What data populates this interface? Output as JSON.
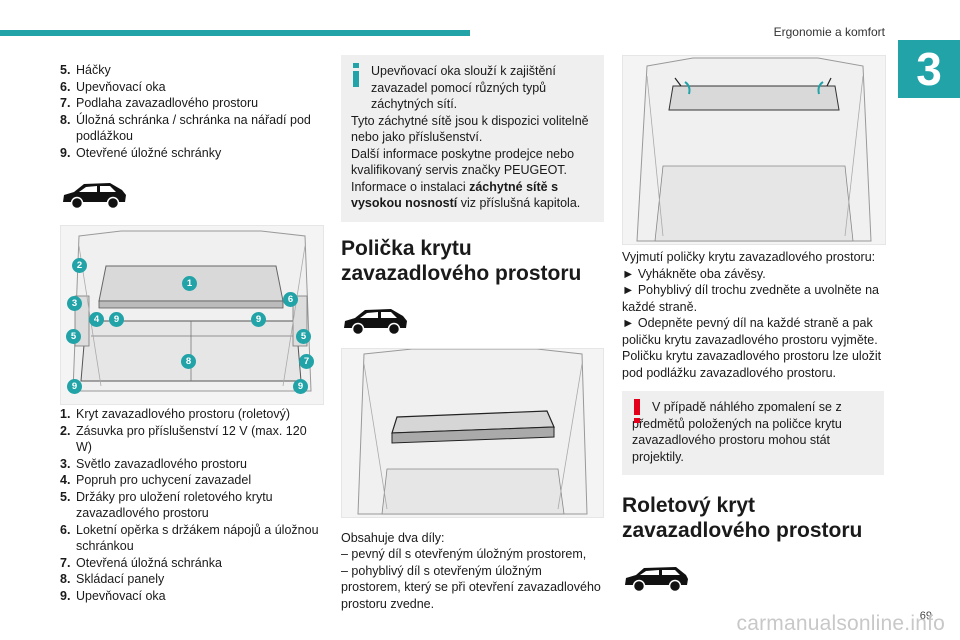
{
  "header": {
    "section": "Ergonomie a komfort",
    "chapter": "3"
  },
  "colors": {
    "accent": "#22a3a8",
    "warning": "#e2001a",
    "box": "#efefef"
  },
  "col1": {
    "list_a": [
      {
        "num": "5.",
        "text": "Háčky"
      },
      {
        "num": "6.",
        "text": "Upevňovací oka"
      },
      {
        "num": "7.",
        "text": "Podlaha zavazadlového prostoru"
      },
      {
        "num": "8.",
        "text": "Úložná schránka / schránka na nářadí pod podlážkou"
      },
      {
        "num": "9.",
        "text": "Otevřené úložné schránky"
      }
    ],
    "callouts": [
      "1",
      "2",
      "3",
      "4",
      "9",
      "6",
      "9",
      "5",
      "5",
      "8",
      "7",
      "9",
      "9"
    ],
    "list_b": [
      {
        "num": "1.",
        "text": "Kryt zavazadlového prostoru (roletový)"
      },
      {
        "num": "2.",
        "text": "Zásuvka pro příslušenství 12 V (max. 120 W)"
      },
      {
        "num": "3.",
        "text": "Světlo zavazadlového prostoru"
      },
      {
        "num": "4.",
        "text": "Popruh pro uchycení zavazadel"
      },
      {
        "num": "5.",
        "text": "Držáky pro uložení roletového krytu zavazadlového prostoru"
      },
      {
        "num": "6.",
        "text": "Loketní opěrka s držákem nápojů a úložnou schránkou"
      },
      {
        "num": "7.",
        "text": "Otevřená úložná schránka"
      },
      {
        "num": "8.",
        "text": "Skládací panely"
      },
      {
        "num": "9.",
        "text": "Upevňovací oka"
      }
    ]
  },
  "col2": {
    "info": {
      "icon": "info-icon",
      "line1": "Upevňovací oka slouží k zajištění zavazadel pomocí různých typů záchytných sítí.",
      "line2": "Tyto záchytné sítě jsou k dispozici volitelně nebo jako příslušenství.",
      "line3_pre": "Další informace poskytne prodejce nebo kvalifikovaný servis značky PEUGEOT. Informace o instalaci ",
      "line3_bold": "záchytné sítě s vysokou nosností",
      "line3_post": " viz příslušná kapitola."
    },
    "title": "Polička krytu zavazadlového prostoru",
    "contents_intro": "Obsahuje dva díly:",
    "contents": [
      "– pevný díl s otevřeným úložným prostorem,",
      "– pohyblivý díl s otevřeným úložným prostorem, který se při otevření zavazadlového prostoru zvedne."
    ]
  },
  "col3": {
    "removal_intro": "Vyjmutí poličky krytu zavazadlového prostoru:",
    "steps": [
      "► Vyhákněte oba závěsy.",
      "► Pohyblivý díl trochu zvedněte a uvolněte na každé straně.",
      "► Odepněte pevný díl na každé straně a pak poličku krytu zavazadlového prostoru vyjměte."
    ],
    "note": "Poličku krytu zavazadlového prostoru lze uložit pod podlážku zavazadlového prostoru.",
    "warning": {
      "icon": "warning-exclamation-icon",
      "text": "V případě náhlého zpomalení se z předmětů položených na poličce krytu zavazadlového prostoru mohou stát projektily."
    },
    "title": "Roletový kryt zavazadlového prostoru"
  },
  "footer": {
    "page": "69",
    "brand": "carmanualsonline.info"
  }
}
